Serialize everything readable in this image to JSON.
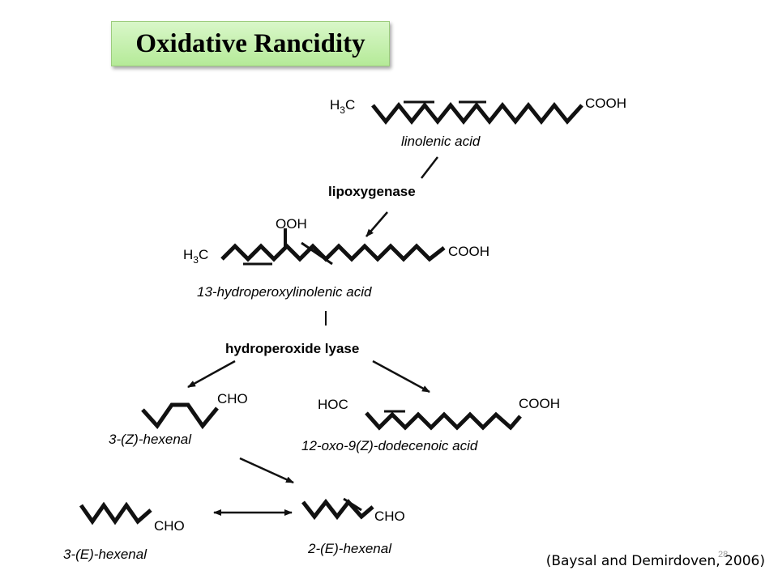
{
  "title": "Oxidative Rancidity",
  "citation": "(Baysal and Demirdoven, 2006)",
  "slide_number": "28",
  "compounds": {
    "linolenic": {
      "left": "H3C",
      "right": "COOH",
      "name": "linolenic acid"
    },
    "hydroperoxy": {
      "top": "OOH",
      "left": "H3C",
      "right": "COOH",
      "name": "13-hydroperoxylinolenic acid"
    },
    "z_hexenal": {
      "right": "CHO",
      "name": "3-(Z)-hexenal"
    },
    "oxo_acid": {
      "left": "HOC",
      "right": "COOH",
      "name": "12-oxo-9(Z)-dodecenoic acid"
    },
    "e2_hexenal": {
      "right": "CHO",
      "name": "2-(E)-hexenal"
    },
    "e3_hexenal": {
      "right": "CHO",
      "name": "3-(E)-hexenal"
    }
  },
  "enzymes": {
    "lipoxygenase": "lipoxygenase",
    "hydroperoxide_lyase": "hydroperoxide lyase"
  }
}
